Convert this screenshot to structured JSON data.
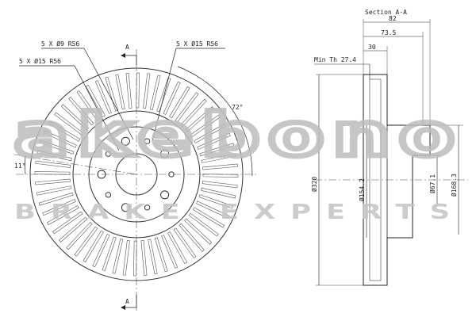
{
  "brand": {
    "logo": "akebono",
    "tagline": "BRAKE EXPERTS"
  },
  "front_view": {
    "section_marker_top": "A",
    "section_marker_bottom": "A",
    "hole_label_1": "5 X Ø9 R56",
    "hole_label_2": "5 X Ø15 R56",
    "hole_label_3": "5 X Ø15 R56",
    "angle_72": "72°",
    "angle_11": "11°"
  },
  "section_view": {
    "title": "Section A-A",
    "dim_82": "82",
    "dim_73_5": "73.5",
    "dim_30": "30",
    "min_th": "Min Th 27.4",
    "dia_320": "Ø320",
    "dia_154_2": "Ø154.2",
    "dia_67_1": "Ø67.1",
    "dia_168_3": "Ø168.3"
  }
}
